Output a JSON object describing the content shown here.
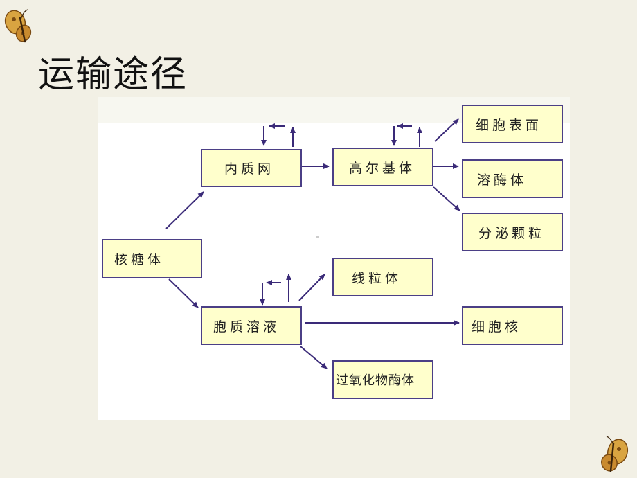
{
  "slide": {
    "title": "运输途径"
  },
  "diagram": {
    "nodes": {
      "ribosome": "核糖体",
      "er": "内质网",
      "golgi": "高尔基体",
      "cell_surface": "细胞表面",
      "lysosome": "溶酶体",
      "secretory_granule": "分泌颗粒",
      "cytosol": "胞质溶液",
      "mitochondria": "线粒体",
      "nucleus": "细胞核",
      "peroxisome": "过氧化物酶体"
    }
  },
  "colors": {
    "node_fill": "#ffffcc",
    "node_border": "#4b3f86",
    "arrow": "#3a2a78",
    "background": "#f2f0e5"
  },
  "icons": [
    "butterfly-icon"
  ]
}
